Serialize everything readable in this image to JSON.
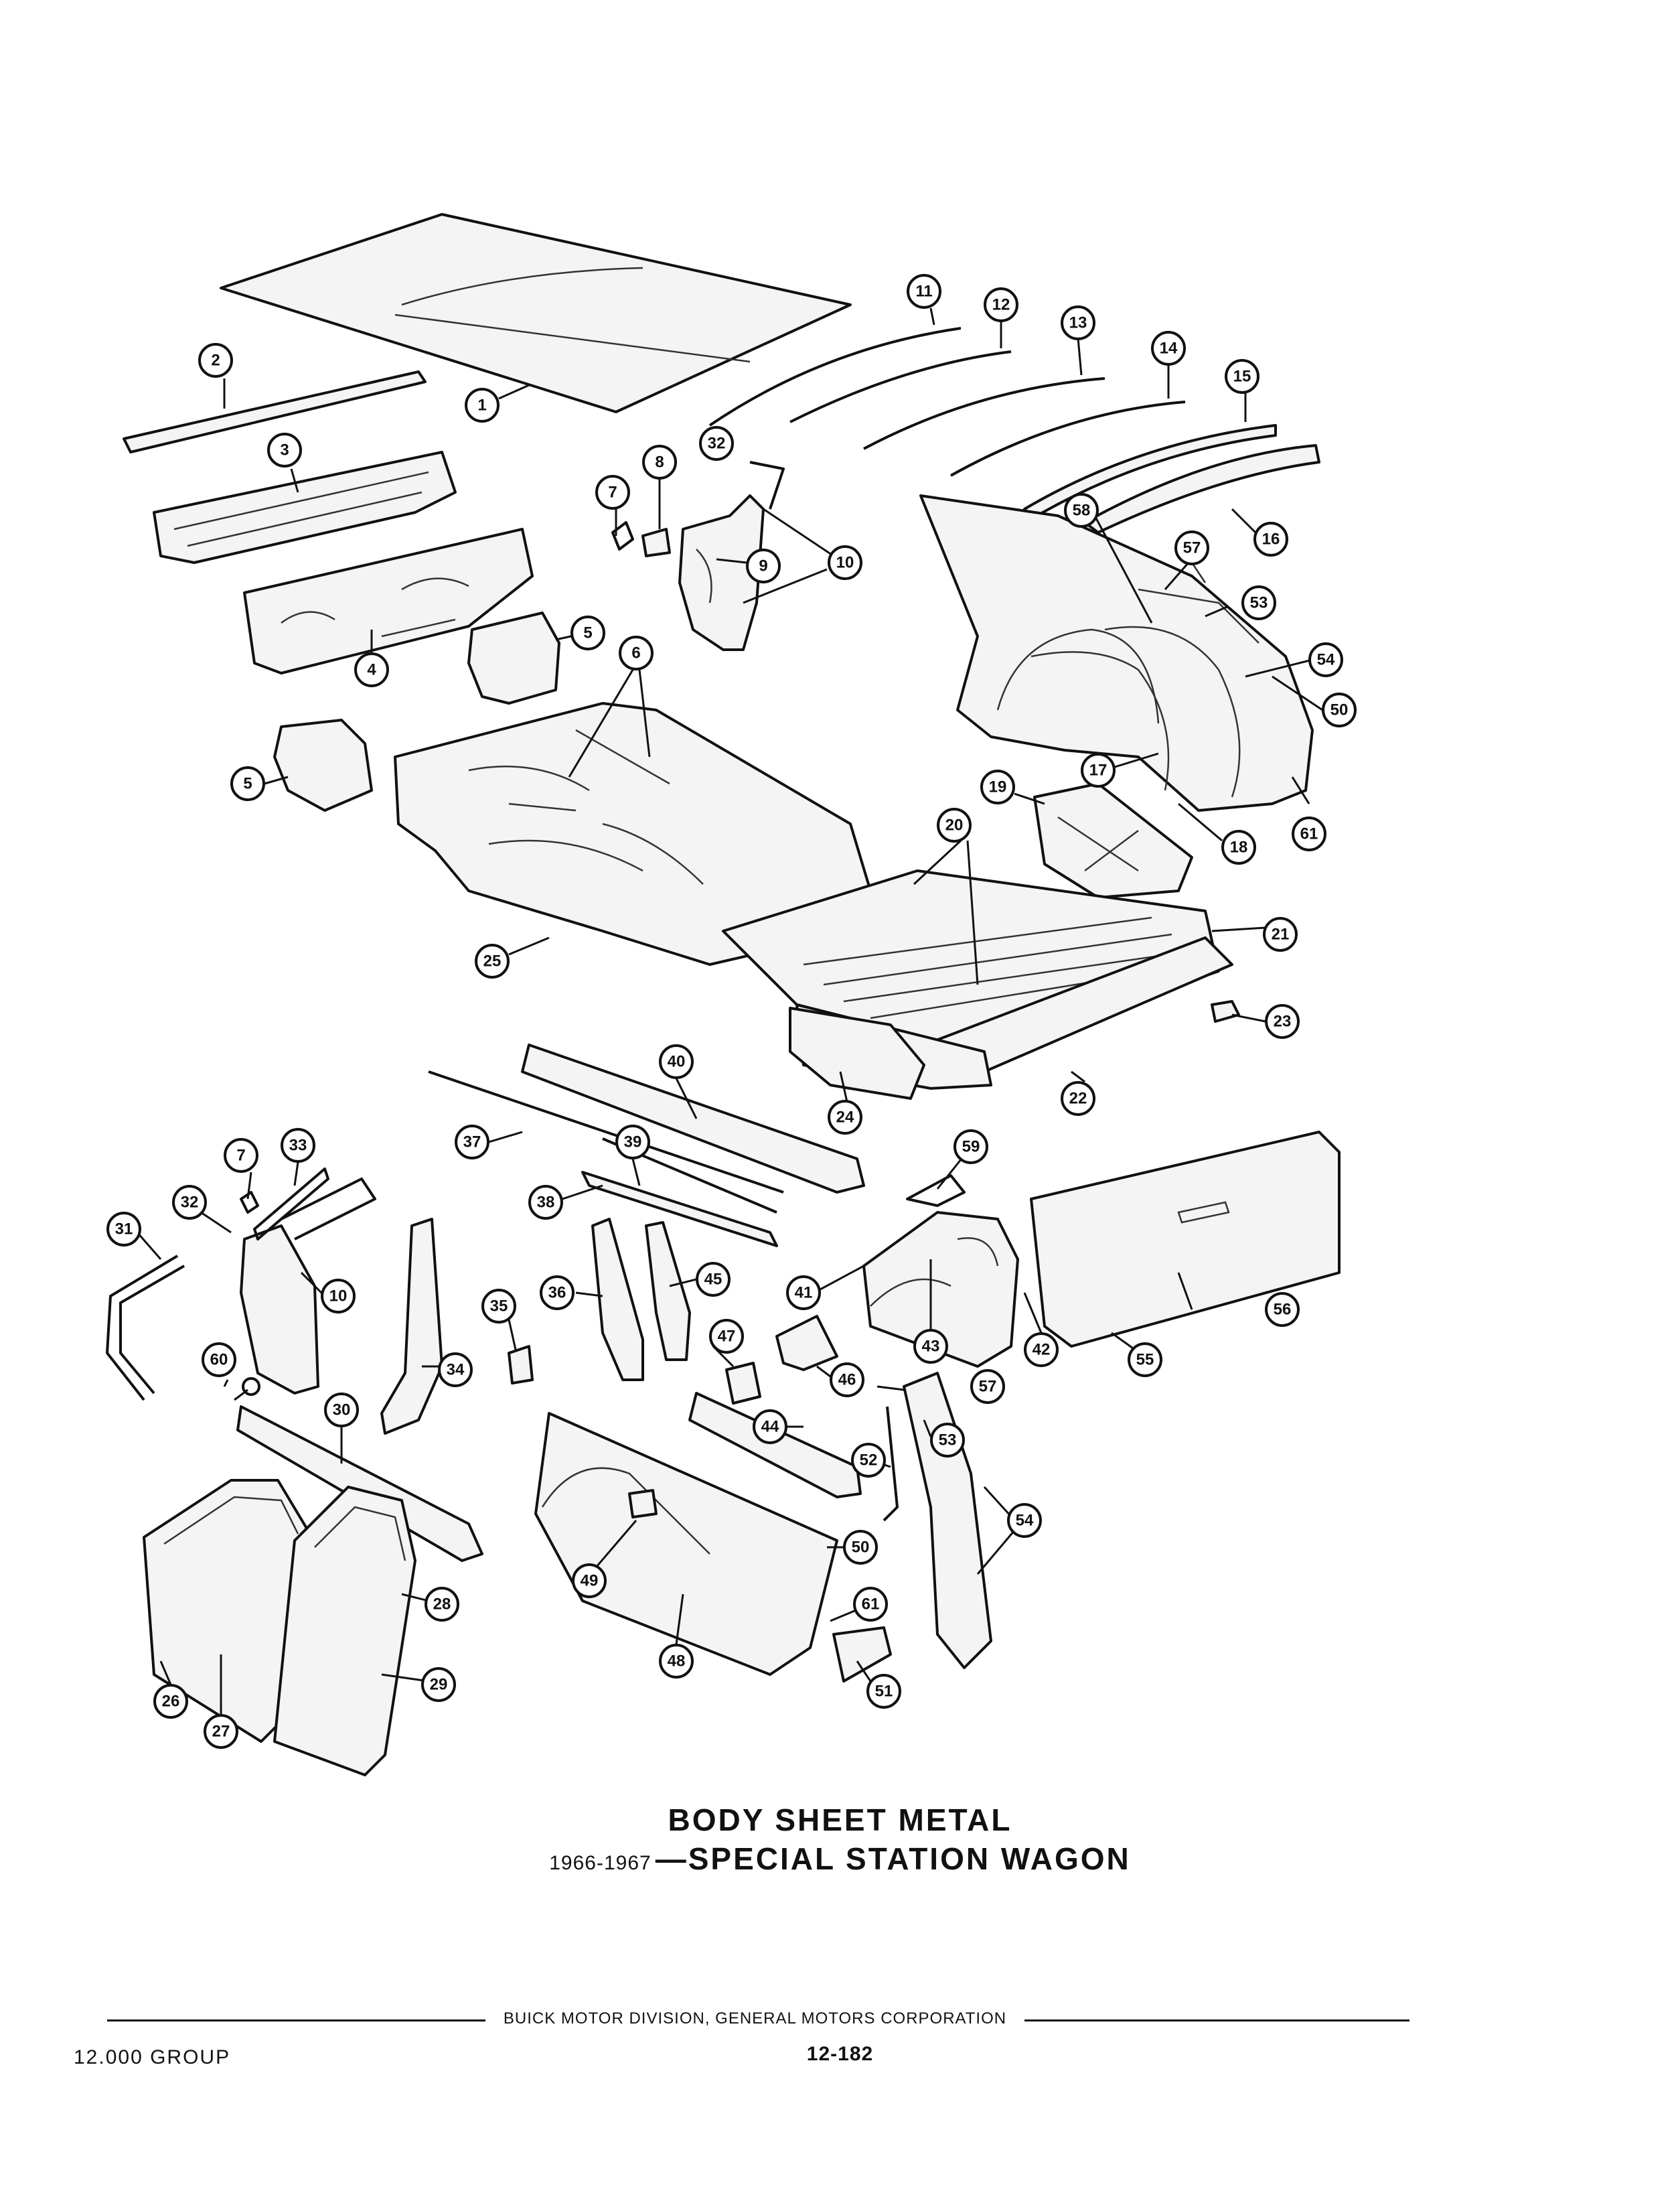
{
  "title": {
    "line1": "BODY SHEET METAL",
    "years": "1966-1967",
    "line2": "—SPECIAL STATION WAGON"
  },
  "footer": {
    "division": "BUICK MOTOR DIVISION, GENERAL MOTORS CORPORATION",
    "group": "12.000 GROUP",
    "page": "12-182"
  },
  "callouts": {
    "c1": "1",
    "c2": "2",
    "c3": "3",
    "c4": "4",
    "c5": "5",
    "c6": "6",
    "c7": "7",
    "c8": "8",
    "c9": "9",
    "c10": "10",
    "c11": "11",
    "c12": "12",
    "c13": "13",
    "c14": "14",
    "c15": "15",
    "c16": "16",
    "c17": "17",
    "c18": "18",
    "c19": "19",
    "c20": "20",
    "c21": "21",
    "c22": "22",
    "c23": "23",
    "c24": "24",
    "c25": "25",
    "c26": "26",
    "c27": "27",
    "c28": "28",
    "c29": "29",
    "c30": "30",
    "c31": "31",
    "c32": "32",
    "c33": "33",
    "c34": "34",
    "c35": "35",
    "c36": "36",
    "c37": "37",
    "c38": "38",
    "c39": "39",
    "c40": "40",
    "c41": "41",
    "c42": "42",
    "c43": "43",
    "c44": "44",
    "c45": "45",
    "c46": "46",
    "c47": "47",
    "c48": "48",
    "c49": "49",
    "c50": "50",
    "c51": "51",
    "c52": "52",
    "c53": "53",
    "c54": "54",
    "c55": "55",
    "c56": "56",
    "c57": "57",
    "c58": "58",
    "c59": "59",
    "c60": "60",
    "c61": "61"
  }
}
